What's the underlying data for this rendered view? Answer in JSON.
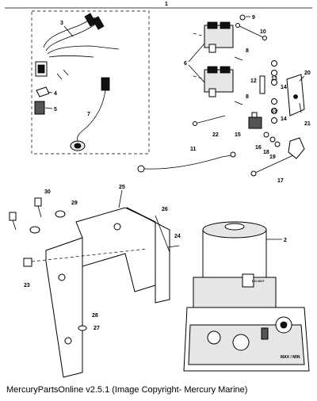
{
  "diagram": {
    "top_label": "1",
    "callouts": {
      "c2": "2",
      "c3": "3",
      "c4": "4",
      "c5": "5",
      "c6": "6",
      "c7": "7",
      "c8a": "8",
      "c8b": "8",
      "c9": "9",
      "c10": "10",
      "c11": "11",
      "c12": "12",
      "c13a": "13",
      "c13b": "13",
      "c14a": "14",
      "c14b": "14",
      "c15": "15",
      "c16": "16",
      "c17": "17",
      "c18": "18",
      "c19": "19",
      "c20": "20",
      "c21": "21",
      "c22": "22",
      "c23": "23",
      "c24": "24",
      "c25": "25",
      "c26": "26",
      "c27": "27",
      "c28": "28",
      "c29": "29",
      "c30": "30"
    },
    "pump_label_mid": "DO NOT",
    "pump_label_low": "MAX / MIN"
  },
  "footer": {
    "caption": "MercuryPartsOnline v2.5.1 (Image Copyright- Mercury Marine)"
  }
}
